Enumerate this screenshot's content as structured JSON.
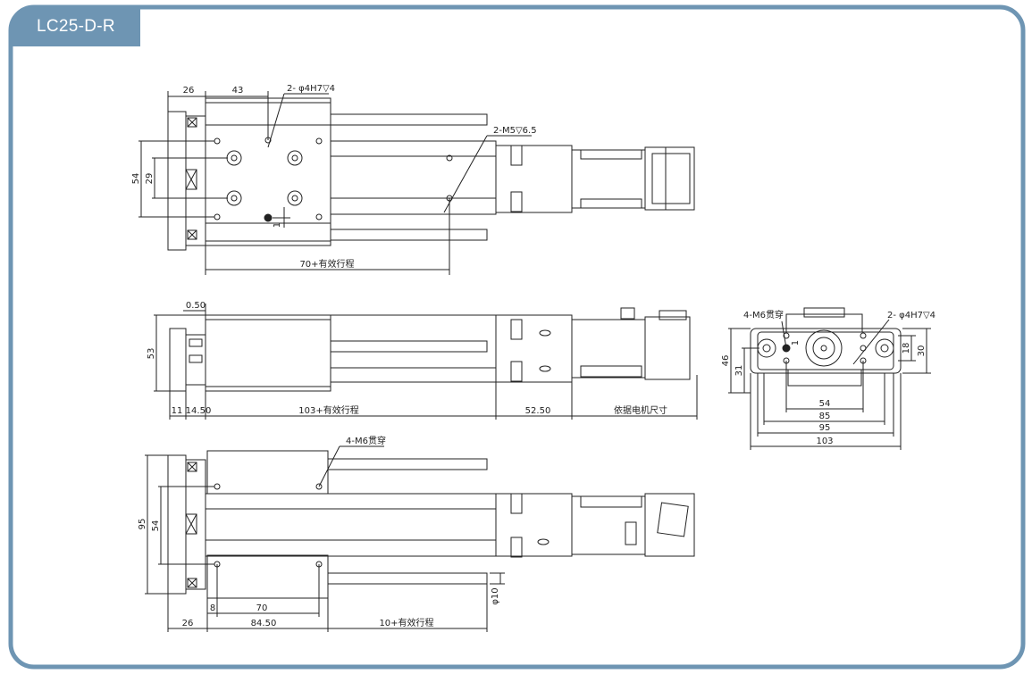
{
  "header": {
    "title": "LC25-D-R",
    "accent_color": "#6e95b3"
  },
  "top_view": {
    "dim_26": "26",
    "dim_43": "43",
    "callout_holes": "2- φ4H7▽4",
    "callout_threads": "2-M5▽6.5",
    "dim_54": "54",
    "dim_29": "29",
    "dim_1": "1",
    "dim_stroke": "70+有效行程"
  },
  "side_view": {
    "dim_050": "0.50",
    "dim_53": "53",
    "dim_11": "11",
    "dim_1450": "14.50",
    "dim_stroke": "103+有效行程",
    "dim_5250": "52.50",
    "dim_motor": "依据电机尺寸"
  },
  "end_view": {
    "callout_threads": "4-M6贯穿",
    "callout_holes": "2- φ4H7▽4",
    "dim_46": "46",
    "dim_31": "31",
    "dim_18": "18",
    "dim_30": "30",
    "dim_1": "1",
    "dim_54": "54",
    "dim_85": "85",
    "dim_95": "95",
    "dim_103": "103"
  },
  "bottom_view": {
    "callout_threads": "4-M6贯穿",
    "dim_95": "95",
    "dim_54": "54",
    "dim_8": "8",
    "dim_70": "70",
    "dim_26": "26",
    "dim_8450": "84.50",
    "dim_stroke": "10+有效行程",
    "dim_phi10": "φ10"
  }
}
